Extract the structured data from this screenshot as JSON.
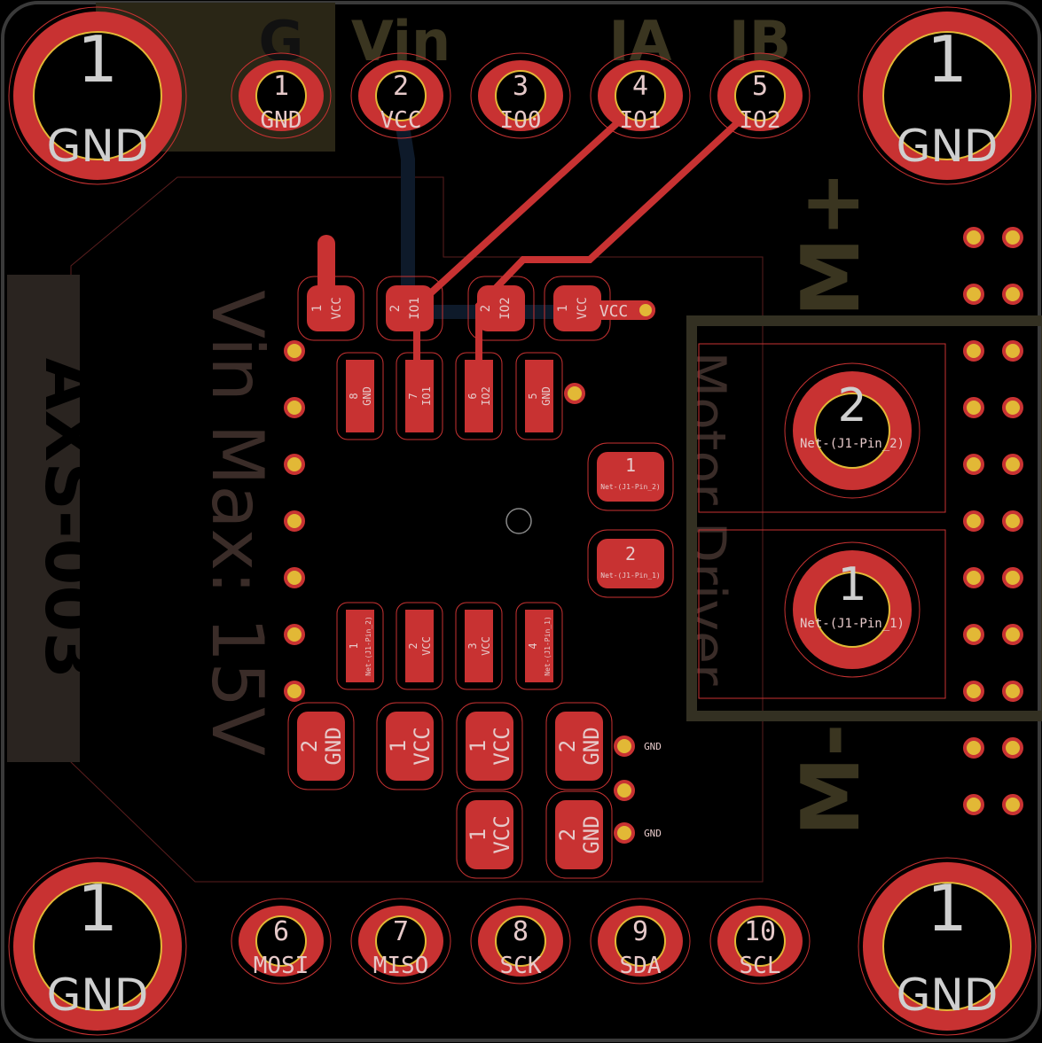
{
  "board": {
    "silkscreen": {
      "top_labels": [
        "G",
        "Vin",
        "IA",
        "IB"
      ],
      "motor_plus": "M+",
      "motor_minus": "M-",
      "part_number": "AXS-003",
      "vin_max": "Vin Max: 15V",
      "title": "Motor Driver"
    },
    "mounting_holes": [
      {
        "pin": "1",
        "net": "GND"
      },
      {
        "pin": "1",
        "net": "GND"
      },
      {
        "pin": "1",
        "net": "GND"
      },
      {
        "pin": "1",
        "net": "GND"
      }
    ],
    "top_header": [
      {
        "pin": "1",
        "net": "GND"
      },
      {
        "pin": "2",
        "net": "VCC"
      },
      {
        "pin": "3",
        "net": "IO0"
      },
      {
        "pin": "4",
        "net": "IO1"
      },
      {
        "pin": "5",
        "net": "IO2"
      }
    ],
    "bottom_header": [
      {
        "pin": "6",
        "net": "MOSI"
      },
      {
        "pin": "7",
        "net": "MISO"
      },
      {
        "pin": "8",
        "net": "SCK"
      },
      {
        "pin": "9",
        "net": "SDA"
      },
      {
        "pin": "10",
        "net": "SCL"
      }
    ],
    "top_smd_pads": [
      {
        "pin": "1",
        "net": "VCC"
      },
      {
        "pin": "2",
        "net": "IO1"
      },
      {
        "pin": "2",
        "net": "IO2"
      },
      {
        "pin": "1",
        "net": "VCC"
      }
    ],
    "vcc_via_label": "VCC",
    "ic_top_pads": [
      {
        "pin": "8",
        "net": "GND"
      },
      {
        "pin": "7",
        "net": "IO1"
      },
      {
        "pin": "6",
        "net": "IO2"
      },
      {
        "pin": "5",
        "net": "GND"
      }
    ],
    "ic_bottom_pads": [
      {
        "pin": "1",
        "net": "Net-(J1-Pin_2)"
      },
      {
        "pin": "2",
        "net": "VCC"
      },
      {
        "pin": "3",
        "net": "VCC"
      },
      {
        "pin": "4",
        "net": "Net-(J1-Pin_1)"
      }
    ],
    "mid_pads": [
      {
        "pin": "1",
        "net": "Net-(J1-Pin_2)"
      },
      {
        "pin": "2",
        "net": "Net-(J1-Pin_1)"
      }
    ],
    "terminal": [
      {
        "pin": "2",
        "net": "Net-(J1-Pin_2)"
      },
      {
        "pin": "1",
        "net": "Net-(J1-Pin_1)"
      }
    ],
    "cap_pads": [
      {
        "pin": "2",
        "net": "GND"
      },
      {
        "pin": "1",
        "net": "VCC"
      },
      {
        "pin": "1",
        "net": "VCC"
      },
      {
        "pin": "2",
        "net": "GND"
      },
      {
        "pin": "1",
        "net": "VCC"
      },
      {
        "pin": "2",
        "net": "GND"
      }
    ],
    "gnd_via_label": "GND"
  }
}
